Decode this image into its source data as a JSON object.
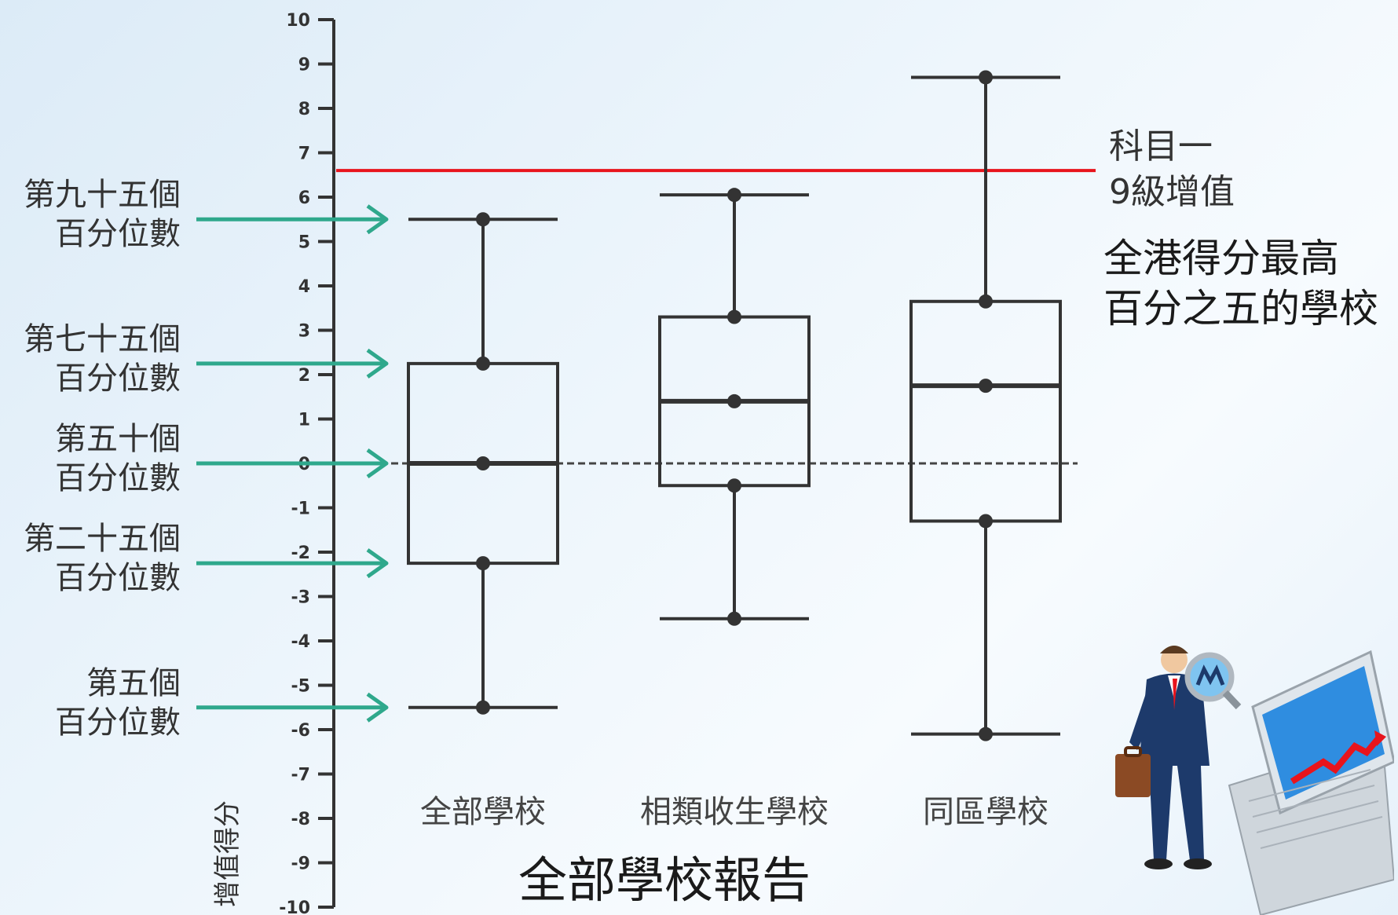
{
  "chart_data": {
    "type": "box",
    "title": "全部學校報告",
    "ylabel": "增值得分",
    "ylim": [
      -10,
      10
    ],
    "yticks": [
      10,
      9,
      8,
      7,
      6,
      5,
      4,
      3,
      2,
      1,
      0,
      -1,
      -2,
      -3,
      -4,
      -5,
      -6,
      -7,
      -8,
      -9,
      -10
    ],
    "categories": [
      "全部學校",
      "相類收生學校",
      "同區學校"
    ],
    "boxes": [
      {
        "category": "全部學校",
        "p5": -5.5,
        "p25": -2.25,
        "median": 0.0,
        "p75": 2.25,
        "p95": 5.5
      },
      {
        "category": "相類收生學校",
        "p5": -3.5,
        "p25": -0.5,
        "median": 1.4,
        "p75": 3.3,
        "p95": 6.05
      },
      {
        "category": "同區學校",
        "p5": -6.1,
        "p25": -1.3,
        "median": 1.75,
        "p75": 3.65,
        "p95": 8.7
      }
    ],
    "reference_line": {
      "value": 6.6,
      "color": "#e8141c",
      "label_lines": [
        "科目一",
        "9級增值"
      ]
    },
    "zero_line": {
      "value": 0,
      "style": "dashed"
    },
    "top5_label_lines": [
      "全港得分最高",
      "百分之五的學校"
    ],
    "percentile_annotations": [
      {
        "lines": [
          "第九十五個",
          "百分位數"
        ],
        "value": 5.5
      },
      {
        "lines": [
          "第七十五個",
          "百分位數"
        ],
        "value": 2.25
      },
      {
        "lines": [
          "第五十個",
          "百分位數"
        ],
        "value": 0
      },
      {
        "lines": [
          "第二十五個",
          "百分位數"
        ],
        "value": -2.25
      },
      {
        "lines": [
          "第五個",
          "百分位數"
        ],
        "value": -5.5
      }
    ],
    "colors": {
      "box": "#333333",
      "arrow": "#2fa88c",
      "reference": "#e8141c"
    }
  },
  "icons": {
    "clipart": "businessman-laptop-icon"
  }
}
